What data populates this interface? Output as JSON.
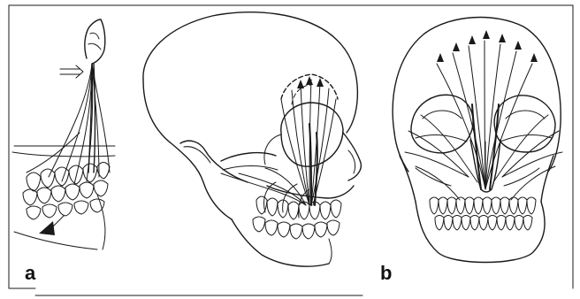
{
  "panels": [
    {
      "id": "a",
      "label": "a"
    },
    {
      "id": "b",
      "label": "b"
    }
  ],
  "colors": {
    "ink": "#1a1a1a",
    "background": "#ffffff"
  },
  "icons": [
    "arrow-icon",
    "arrowhead-icon"
  ]
}
